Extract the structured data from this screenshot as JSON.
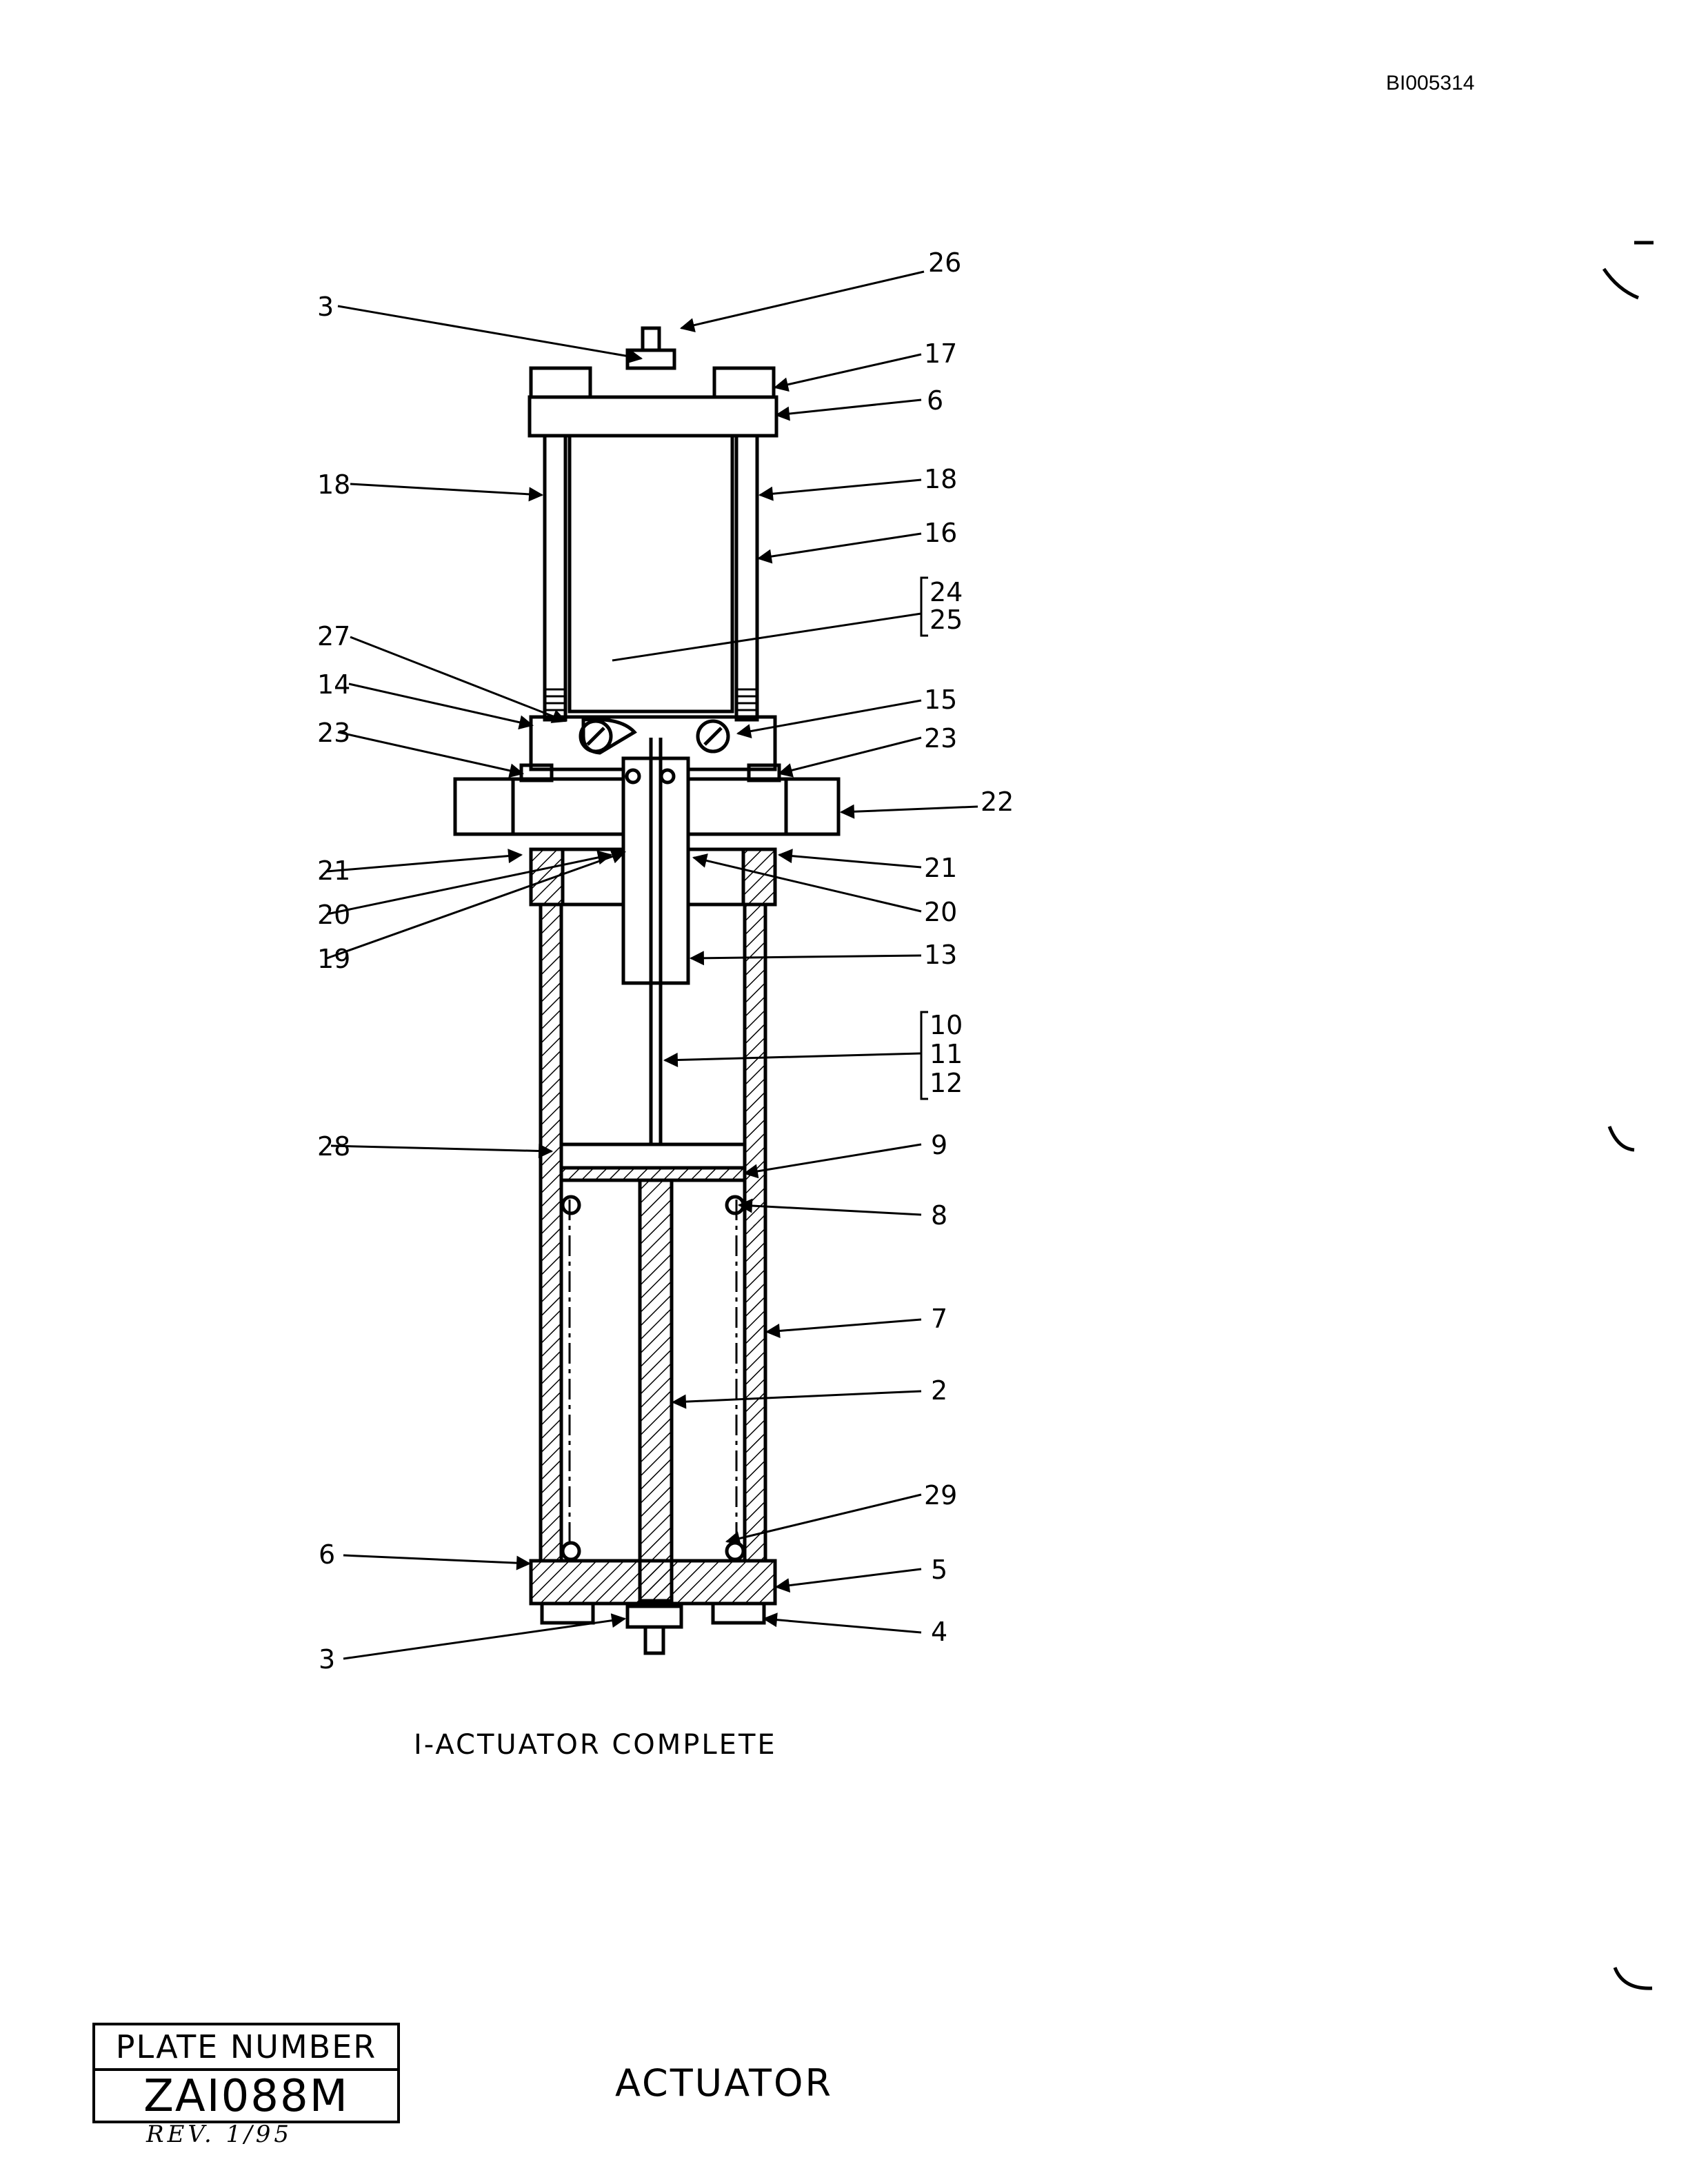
{
  "document_id": "BI005314",
  "caption": "I-ACTUATOR COMPLETE",
  "title": "ACTUATOR",
  "plate": {
    "header": "PLATE NUMBER",
    "number": "ZAI088M",
    "revision": "REV. 1/95"
  },
  "callouts": [
    {
      "id": "c26",
      "text": "26"
    },
    {
      "id": "c3t",
      "text": "3"
    },
    {
      "id": "c17",
      "text": "17"
    },
    {
      "id": "c6t",
      "text": "6"
    },
    {
      "id": "c18l",
      "text": "18"
    },
    {
      "id": "c18r",
      "text": "18"
    },
    {
      "id": "c16",
      "text": "16"
    },
    {
      "id": "c24",
      "text": "24"
    },
    {
      "id": "c25",
      "text": "25"
    },
    {
      "id": "c27",
      "text": "27"
    },
    {
      "id": "c14",
      "text": "14"
    },
    {
      "id": "c15",
      "text": "15"
    },
    {
      "id": "c23l",
      "text": "23"
    },
    {
      "id": "c23r",
      "text": "23"
    },
    {
      "id": "c22",
      "text": "22"
    },
    {
      "id": "c21l",
      "text": "21"
    },
    {
      "id": "c21r",
      "text": "21"
    },
    {
      "id": "c20l",
      "text": "20"
    },
    {
      "id": "c20r",
      "text": "20"
    },
    {
      "id": "c19",
      "text": "19"
    },
    {
      "id": "c13",
      "text": "13"
    },
    {
      "id": "c10",
      "text": "10"
    },
    {
      "id": "c11",
      "text": "11"
    },
    {
      "id": "c12",
      "text": "12"
    },
    {
      "id": "c28",
      "text": "28"
    },
    {
      "id": "c9",
      "text": "9"
    },
    {
      "id": "c8",
      "text": "8"
    },
    {
      "id": "c7",
      "text": "7"
    },
    {
      "id": "c2",
      "text": "2"
    },
    {
      "id": "c29",
      "text": "29"
    },
    {
      "id": "c6b",
      "text": "6"
    },
    {
      "id": "c5",
      "text": "5"
    },
    {
      "id": "c4",
      "text": "4"
    },
    {
      "id": "c3b",
      "text": "3"
    }
  ]
}
